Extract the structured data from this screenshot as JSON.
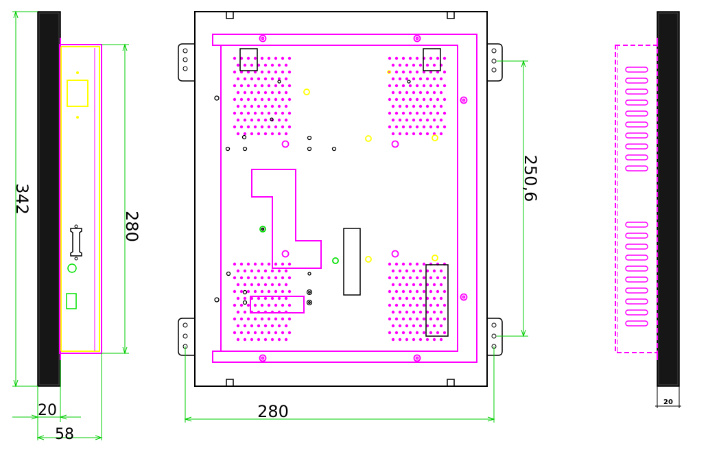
{
  "dimensions": {
    "left_height": "342",
    "left_depth_inner": "280",
    "left_offset": "20",
    "left_total_depth": "58",
    "front_vertical_mount": "250,6",
    "front_horizontal_mount": "280",
    "right_offset": "20"
  },
  "colors": {
    "outline": "#000000",
    "magenta": "#ff00ff",
    "yellow": "#ffff00",
    "green": "#00e000",
    "dark_fill": "#111111",
    "panel_fill": "#ffffff"
  }
}
